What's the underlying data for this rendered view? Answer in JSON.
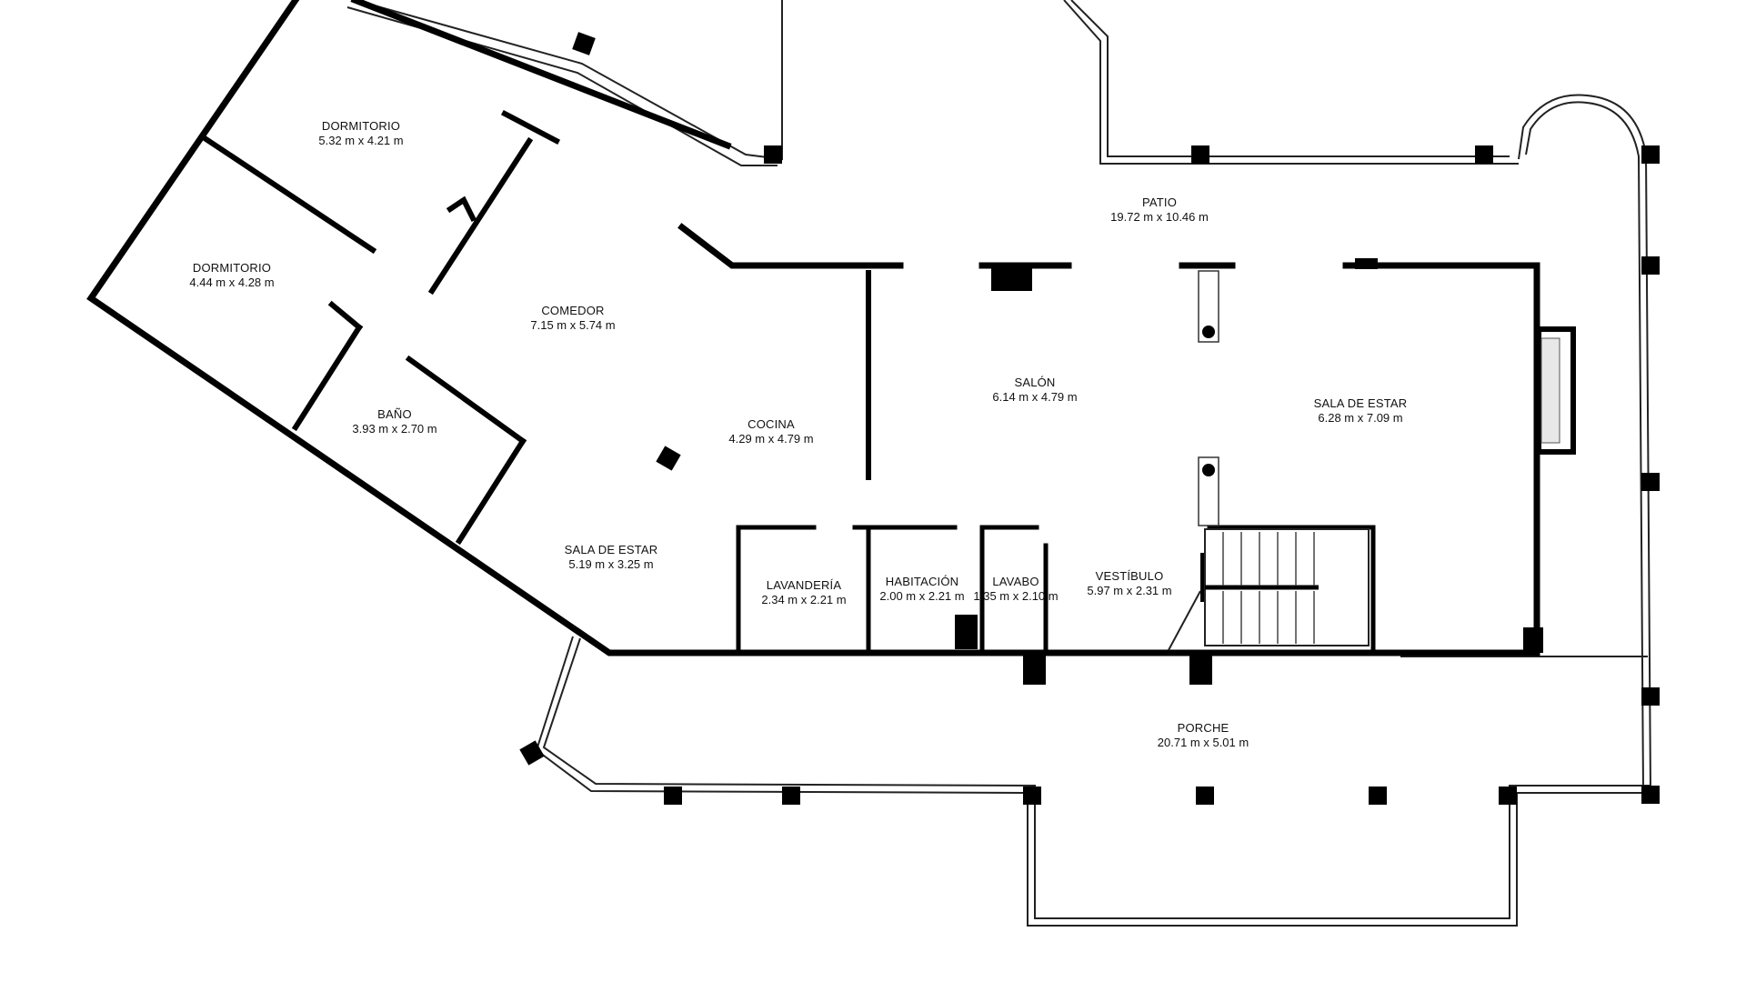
{
  "rooms": [
    {
      "name": "DORMITORIO",
      "dims": "5.32 m x 4.21 m"
    },
    {
      "name": "DORMITORIO",
      "dims": "4.44 m x 4.28 m"
    },
    {
      "name": "COMEDOR",
      "dims": "7.15 m x 5.74 m"
    },
    {
      "name": "BAÑO",
      "dims": "3.93 m x 2.70 m"
    },
    {
      "name": "COCINA",
      "dims": "4.29 m x 4.79 m"
    },
    {
      "name": "SALA DE ESTAR",
      "dims": "5.19 m x 3.25 m"
    },
    {
      "name": "LAVANDERÍA",
      "dims": "2.34 m x 2.21 m"
    },
    {
      "name": "HABITACIÓN",
      "dims": "2.00 m x 2.21 m"
    },
    {
      "name": "LAVABO",
      "dims": "1.35 m x 2.10 m"
    },
    {
      "name": "VESTÍBULO",
      "dims": "5.97 m x 2.31 m"
    },
    {
      "name": "SALÓN",
      "dims": "6.14 m x 4.79 m"
    },
    {
      "name": "SALA DE ESTAR",
      "dims": "6.28 m x 7.09 m"
    },
    {
      "name": "PATIO",
      "dims": "19.72 m x 10.46 m"
    },
    {
      "name": "PORCHE",
      "dims": "20.71 m x 5.01 m"
    }
  ]
}
